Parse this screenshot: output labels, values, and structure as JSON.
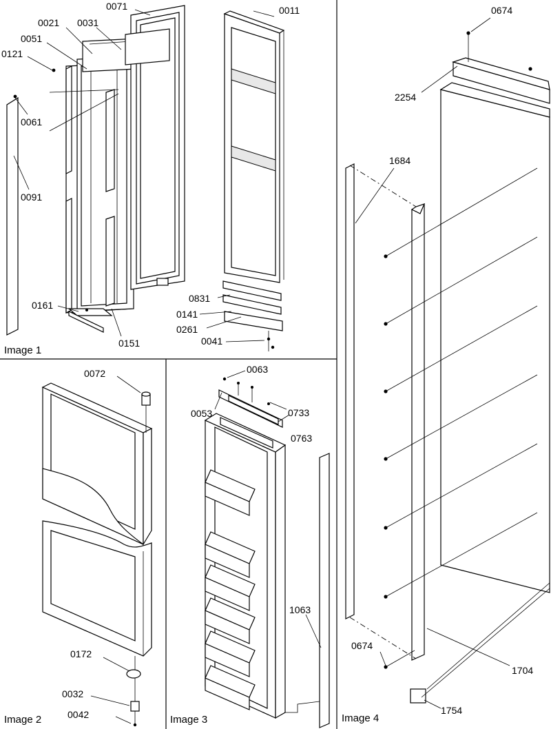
{
  "panels": [
    {
      "title": "Image 1"
    },
    {
      "title": "Image 2"
    },
    {
      "title": "Image 3"
    },
    {
      "title": "Image 4"
    }
  ],
  "callouts": {
    "p1": [
      "0071",
      "0011",
      "0021",
      "0031",
      "0051",
      "0121",
      "0061",
      "0091",
      "0161",
      "0151",
      "0831",
      "0141",
      "0261",
      "0041"
    ],
    "p2": [
      "0072",
      "0172",
      "0032",
      "0042"
    ],
    "p3": [
      "0063",
      "0053",
      "0733",
      "0763",
      "1063"
    ],
    "p4": [
      "0674",
      "2254",
      "1684",
      "0674",
      "1704",
      "1754"
    ]
  }
}
